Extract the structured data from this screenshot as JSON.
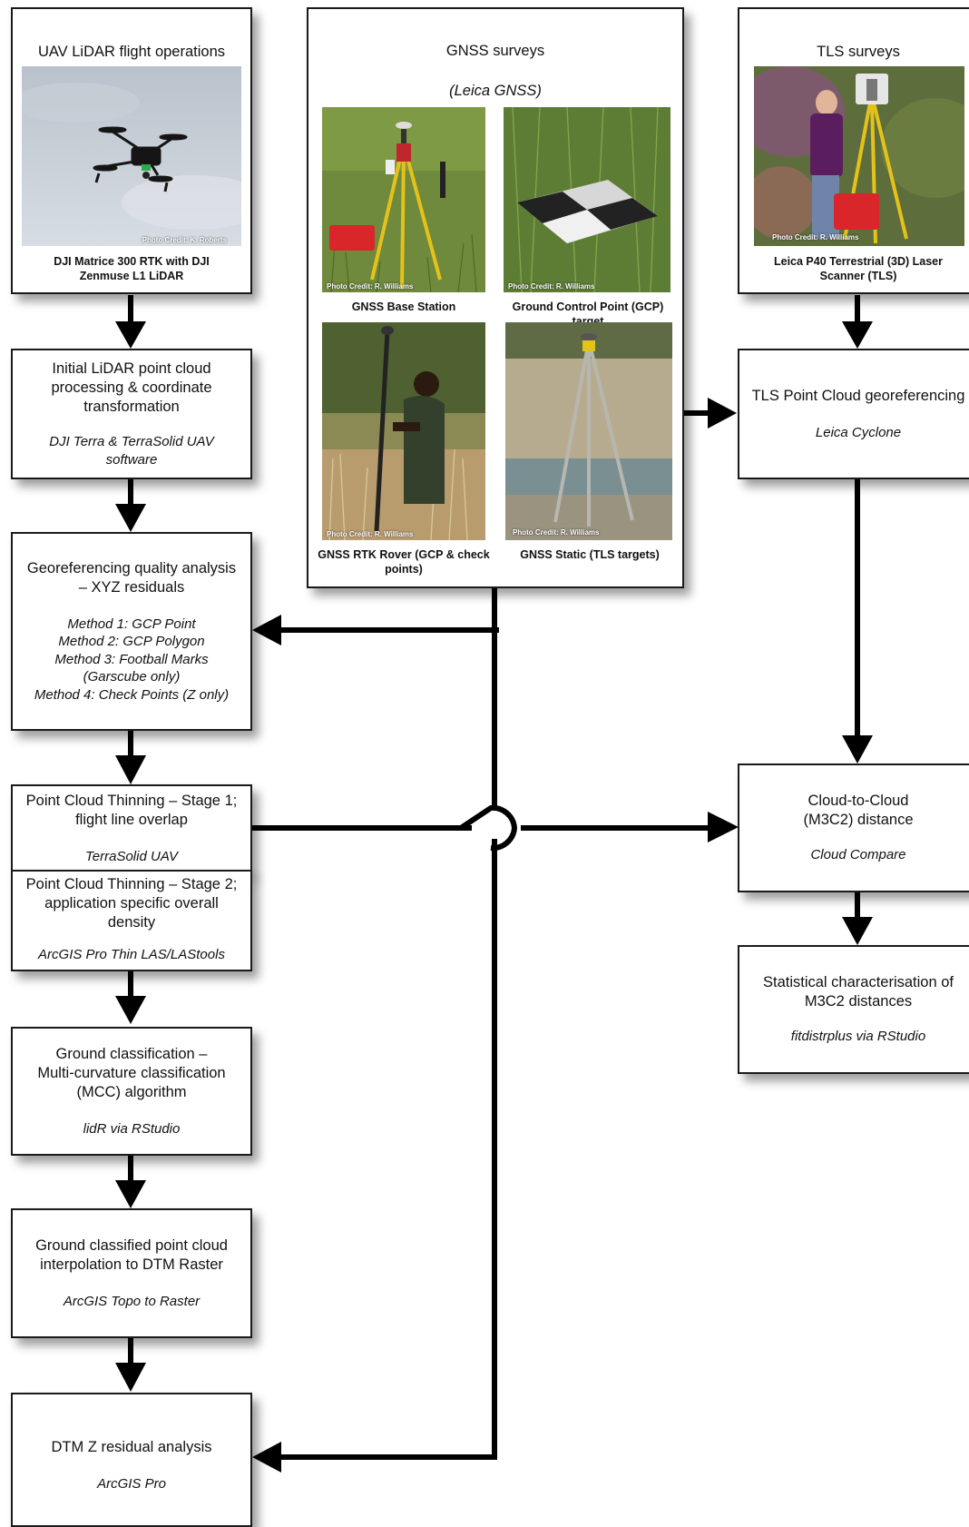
{
  "uav": {
    "title": "UAV LiDAR flight operations",
    "photo_credit": "Photo Credit: K. Roberts",
    "caption": "DJI Matrice 300 RTK with DJI Zenmuse L1 LiDAR"
  },
  "gnss": {
    "title": "GNSS surveys",
    "software": "(Leica GNSS)",
    "photos": [
      {
        "credit": "Photo Credit: R. Williams",
        "caption": "GNSS Base Station"
      },
      {
        "credit": "Photo Credit: R. Williams",
        "caption": "Ground Control Point (GCP) target"
      },
      {
        "credit": "Photo Credit: R. Williams",
        "caption": "GNSS RTK Rover (GCP & check points)"
      },
      {
        "credit": "Photo Credit: R. Williams",
        "caption": "GNSS Static (TLS targets)"
      }
    ]
  },
  "tls": {
    "title": "TLS surveys",
    "photo_credit": "Photo Credit: R. Williams",
    "caption": "Leica P40 Terrestrial (3D) Laser Scanner (TLS)"
  },
  "left_boxes": [
    {
      "lines": [
        "Initial LiDAR point cloud",
        "processing & coordinate",
        "transformation"
      ],
      "software": [
        "DJI Terra & TerraSolid UAV",
        "software"
      ]
    },
    {
      "lines": [
        "Georeferencing quality analysis",
        "– XYZ residuals"
      ],
      "software": [
        "Method 1: GCP Point",
        "Method 2: GCP Polygon",
        "Method 3: Football Marks",
        "(Garscube only)",
        "Method 4: Check Points (Z only)"
      ]
    },
    {
      "lines": [
        "Point Cloud Thinning – Stage 1;",
        "flight line overlap"
      ],
      "software": [
        "TerraSolid UAV"
      ]
    },
    {
      "lines": [
        "Point Cloud Thinning – Stage 2;",
        "application specific overall",
        "density"
      ],
      "software": [
        "ArcGIS Pro Thin LAS/LAStools"
      ]
    },
    {
      "lines": [
        "Ground classification –",
        "Multi-curvature classification",
        "(MCC) algorithm"
      ],
      "software": [
        "lidR via RStudio"
      ]
    },
    {
      "lines": [
        "Ground classified point cloud",
        "interpolation to DTM Raster"
      ],
      "software": [
        "ArcGIS Topo to Raster"
      ]
    },
    {
      "lines": [
        "DTM Z residual analysis"
      ],
      "software": [
        "ArcGIS Pro"
      ]
    }
  ],
  "right_boxes": [
    {
      "lines": [
        "TLS Point Cloud georeferencing"
      ],
      "software": [
        "Leica Cyclone"
      ]
    },
    {
      "lines": [
        "Cloud-to-Cloud",
        "(M3C2) distance"
      ],
      "software": [
        "Cloud Compare"
      ]
    },
    {
      "lines": [
        "Statistical characterisation of",
        "M3C2 distances"
      ],
      "software": [
        "fitdistrplus via RStudio"
      ]
    }
  ]
}
